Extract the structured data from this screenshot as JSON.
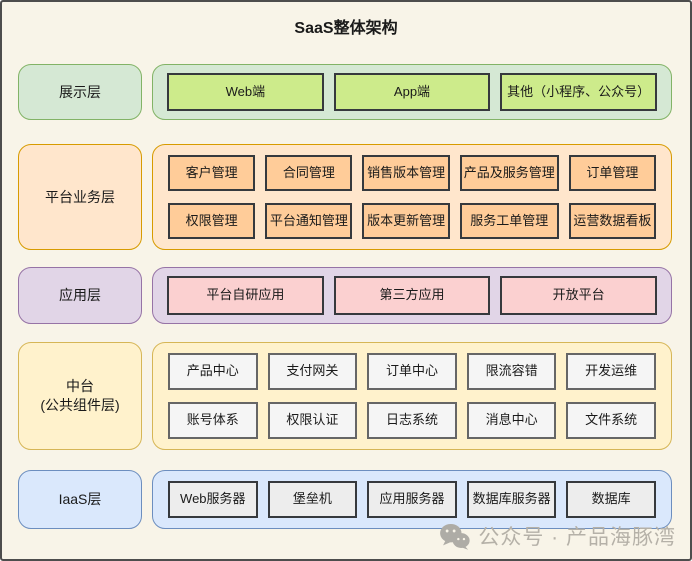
{
  "title": "SaaS整体架构",
  "colors": {
    "canvas_bg": "#f8f4e8",
    "canvas_border": "#4d4d4d"
  },
  "layers": [
    {
      "name": "presentation",
      "label": "展示层",
      "fill": "#d5e8d4",
      "stroke": "#82b366",
      "item_fill": "#cdeb8b",
      "item_stroke": "#36393d",
      "columns": 3,
      "items": [
        "Web端",
        "App端",
        "其他（小程序、公众号）"
      ]
    },
    {
      "name": "platform-business",
      "label": "平台业务层",
      "fill": "#ffe6cc",
      "stroke": "#d79b00",
      "item_fill": "#ffcc99",
      "item_stroke": "#36393d",
      "columns": 5,
      "items": [
        "客户管理",
        "合同管理",
        "销售版本管理",
        "产品及服务管理",
        "订单管理",
        "权限管理",
        "平台通知管理",
        "版本更新管理",
        "服务工单管理",
        "运营数据看板"
      ]
    },
    {
      "name": "application",
      "label": "应用层",
      "fill": "#e1d5e7",
      "stroke": "#9673a6",
      "item_fill": "#fbd0d0",
      "item_stroke": "#36393d",
      "columns": 3,
      "items": [
        "平台自研应用",
        "第三方应用",
        "开放平台"
      ]
    },
    {
      "name": "middle-platform",
      "label": "中台\n(公共组件层)",
      "fill": "#fff2cc",
      "stroke": "#d6b656",
      "item_fill": "#f5f5f5",
      "item_stroke": "#666666",
      "columns": 5,
      "items": [
        "产品中心",
        "支付网关",
        "订单中心",
        "限流容错",
        "开发运维",
        "账号体系",
        "权限认证",
        "日志系统",
        "消息中心",
        "文件系统"
      ]
    },
    {
      "name": "iaas",
      "label": "IaaS层",
      "fill": "#dae8fc",
      "stroke": "#6c8ebf",
      "item_fill": "#ededed",
      "item_stroke": "#36393d",
      "columns": 5,
      "items": [
        "Web服务器",
        "堡垒机",
        "应用服务器",
        "数据库服务器",
        "数据库"
      ]
    }
  ],
  "watermark": {
    "icon": "wechat-icon",
    "text": "公众号 · 产品海豚湾",
    "color": "#b5b1a8"
  }
}
